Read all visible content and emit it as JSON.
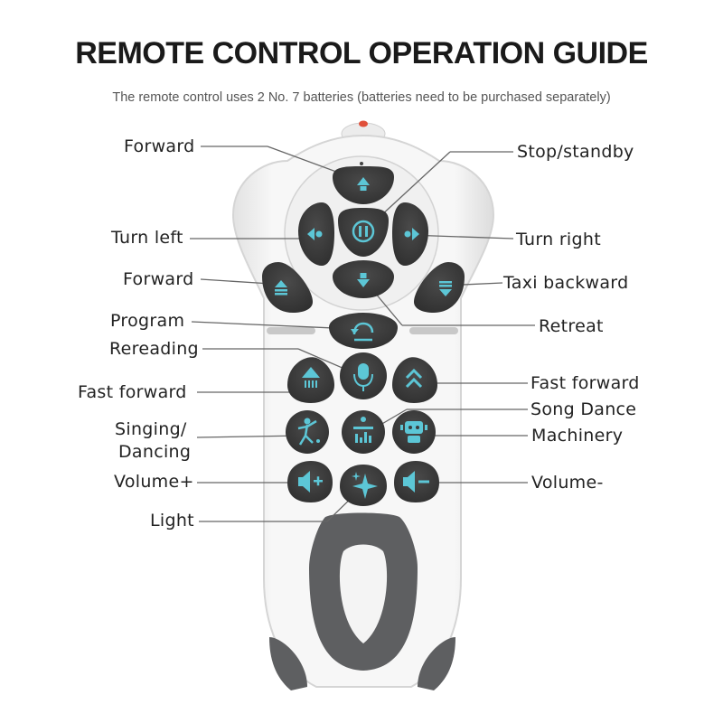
{
  "title": "REMOTE CONTROL OPERATION GUIDE",
  "subtitle": "The remote control uses 2 No. 7 batteries (batteries need to be purchased separately)",
  "labels": {
    "forward_top": "Forward",
    "stop_standby": "Stop/standby",
    "turn_left": "Turn left",
    "turn_right": "Turn right",
    "forward_side": "Forward",
    "taxi_backward": "Taxi backward",
    "program": "Program",
    "retreat": "Retreat",
    "rereading": "Rereading",
    "fast_forward_left": "Fast forward",
    "fast_forward_right": "Fast forward",
    "song_dance": "Song Dance",
    "singing_line1": "Singing/",
    "singing_line2": "Dancing",
    "machinery": "Machinery",
    "volume_up": "Volume+",
    "volume_down": "Volume-",
    "light": "Light"
  },
  "colors": {
    "remote_body": "#f4f4f4",
    "button_dark": "#3b3b3b",
    "icon_accent": "#5cc6d6",
    "grip": "#5e5f61",
    "led": "#e0503a"
  },
  "icons": [
    "arrow-up-icon",
    "pause-icon",
    "arrow-left-icon",
    "arrow-right-icon",
    "arrow-down-icon",
    "program-icon",
    "microphone-icon",
    "fast-forward-icon",
    "dance-icon",
    "song-dance-icon",
    "robot-icon",
    "volume-up-icon",
    "volume-down-icon",
    "sparkle-icon"
  ]
}
